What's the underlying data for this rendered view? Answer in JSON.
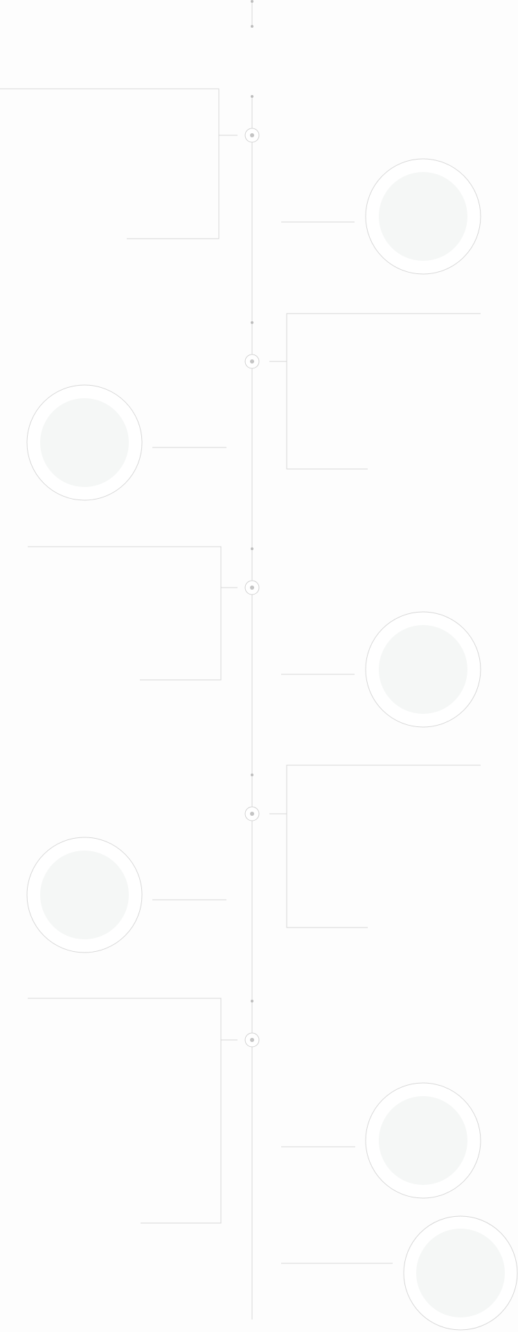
{
  "colors": {
    "background": "#fdfdfd",
    "line": "#d6d6d6",
    "dot": "#bdbdbd",
    "node_ring": "#d2d2d2",
    "node_center": "#c4c4c4",
    "circle_outer": "#d8d8d8",
    "circle_fill": "#f5f7f6"
  },
  "timeline": {
    "entries": [
      {
        "side": "left",
        "image_icon": "image-placeholder-icon"
      },
      {
        "side": "right",
        "image_icon": "image-placeholder-icon"
      },
      {
        "side": "left",
        "image_icon": "image-placeholder-icon"
      },
      {
        "side": "right",
        "image_icon": "image-placeholder-icon"
      },
      {
        "side": "left",
        "image_icon": "image-placeholder-icon"
      }
    ],
    "extra_images": [
      {
        "image_icon": "image-placeholder-icon"
      },
      {
        "image_icon": "image-placeholder-icon"
      }
    ]
  }
}
